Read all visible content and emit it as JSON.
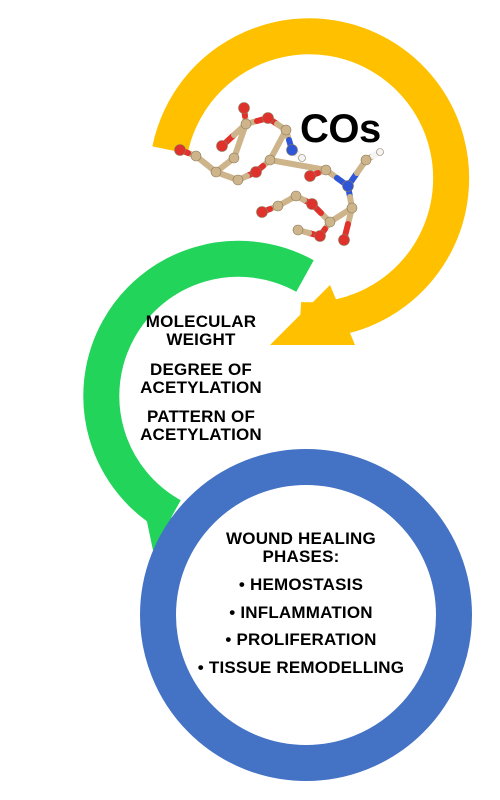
{
  "nodes": {
    "cos": {
      "label": "COs",
      "color": "#FFC000"
    },
    "properties": {
      "color": "#22D45A",
      "items": [
        "MOLECULAR WEIGHT",
        "DEGREE OF ACETYLATION",
        "PATTERN OF ACETYLATION"
      ]
    },
    "wound_healing": {
      "color": "#4472C4",
      "title": "WOUND HEALING PHASES:",
      "phases": [
        "• HEMOSTASIS",
        "• INFLAMMATION",
        "• PROLIFERATION",
        "• TISSUE REMODELLING"
      ]
    }
  },
  "molecule": {
    "icon": "chitosan-oligomer-molecule-icon",
    "colors": {
      "carbon": "#CDB48A",
      "oxygen": "#E0322C",
      "nitrogen": "#2F56D6",
      "hydrogen": "#F4F4F4"
    }
  }
}
